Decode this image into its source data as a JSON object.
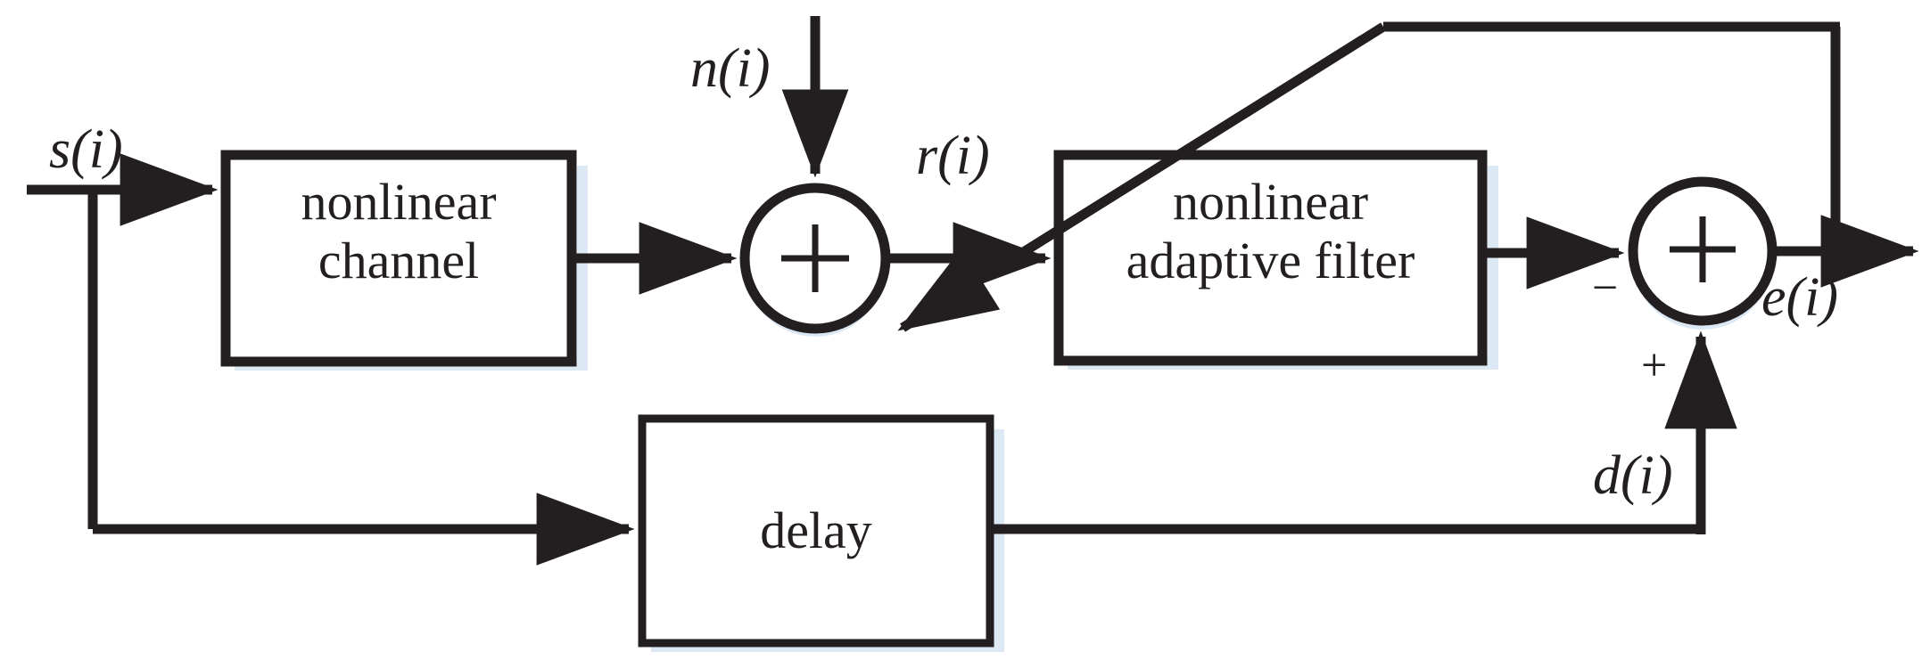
{
  "figure": {
    "kind": "block-diagram",
    "title": "Nonlinear adaptive channel equalization block diagram",
    "background_color": "#ffffff",
    "line_color": "#231f20",
    "shadow_color": "#d6e4f2"
  },
  "blocks": [
    {
      "id": "nonlinear-channel",
      "line1": "nonlinear",
      "line2": "channel"
    },
    {
      "id": "nonlinear-adaptive-filter",
      "line1": "nonlinear",
      "line2": "adaptive filter"
    },
    {
      "id": "delay",
      "line1": "delay",
      "line2": ""
    }
  ],
  "adders": [
    {
      "id": "noise-adder",
      "symbol": "+"
    },
    {
      "id": "error-adder",
      "symbol": "+",
      "input_sign_top": "−",
      "input_sign_bottom": "+"
    }
  ],
  "signals": [
    {
      "id": "input-signal",
      "label": "s(i)"
    },
    {
      "id": "noise-signal",
      "label": "n(i)"
    },
    {
      "id": "received-signal",
      "label": "r(i)"
    },
    {
      "id": "error-signal",
      "label": "e(i)"
    },
    {
      "id": "desired-signal",
      "label": "d(i)"
    }
  ]
}
